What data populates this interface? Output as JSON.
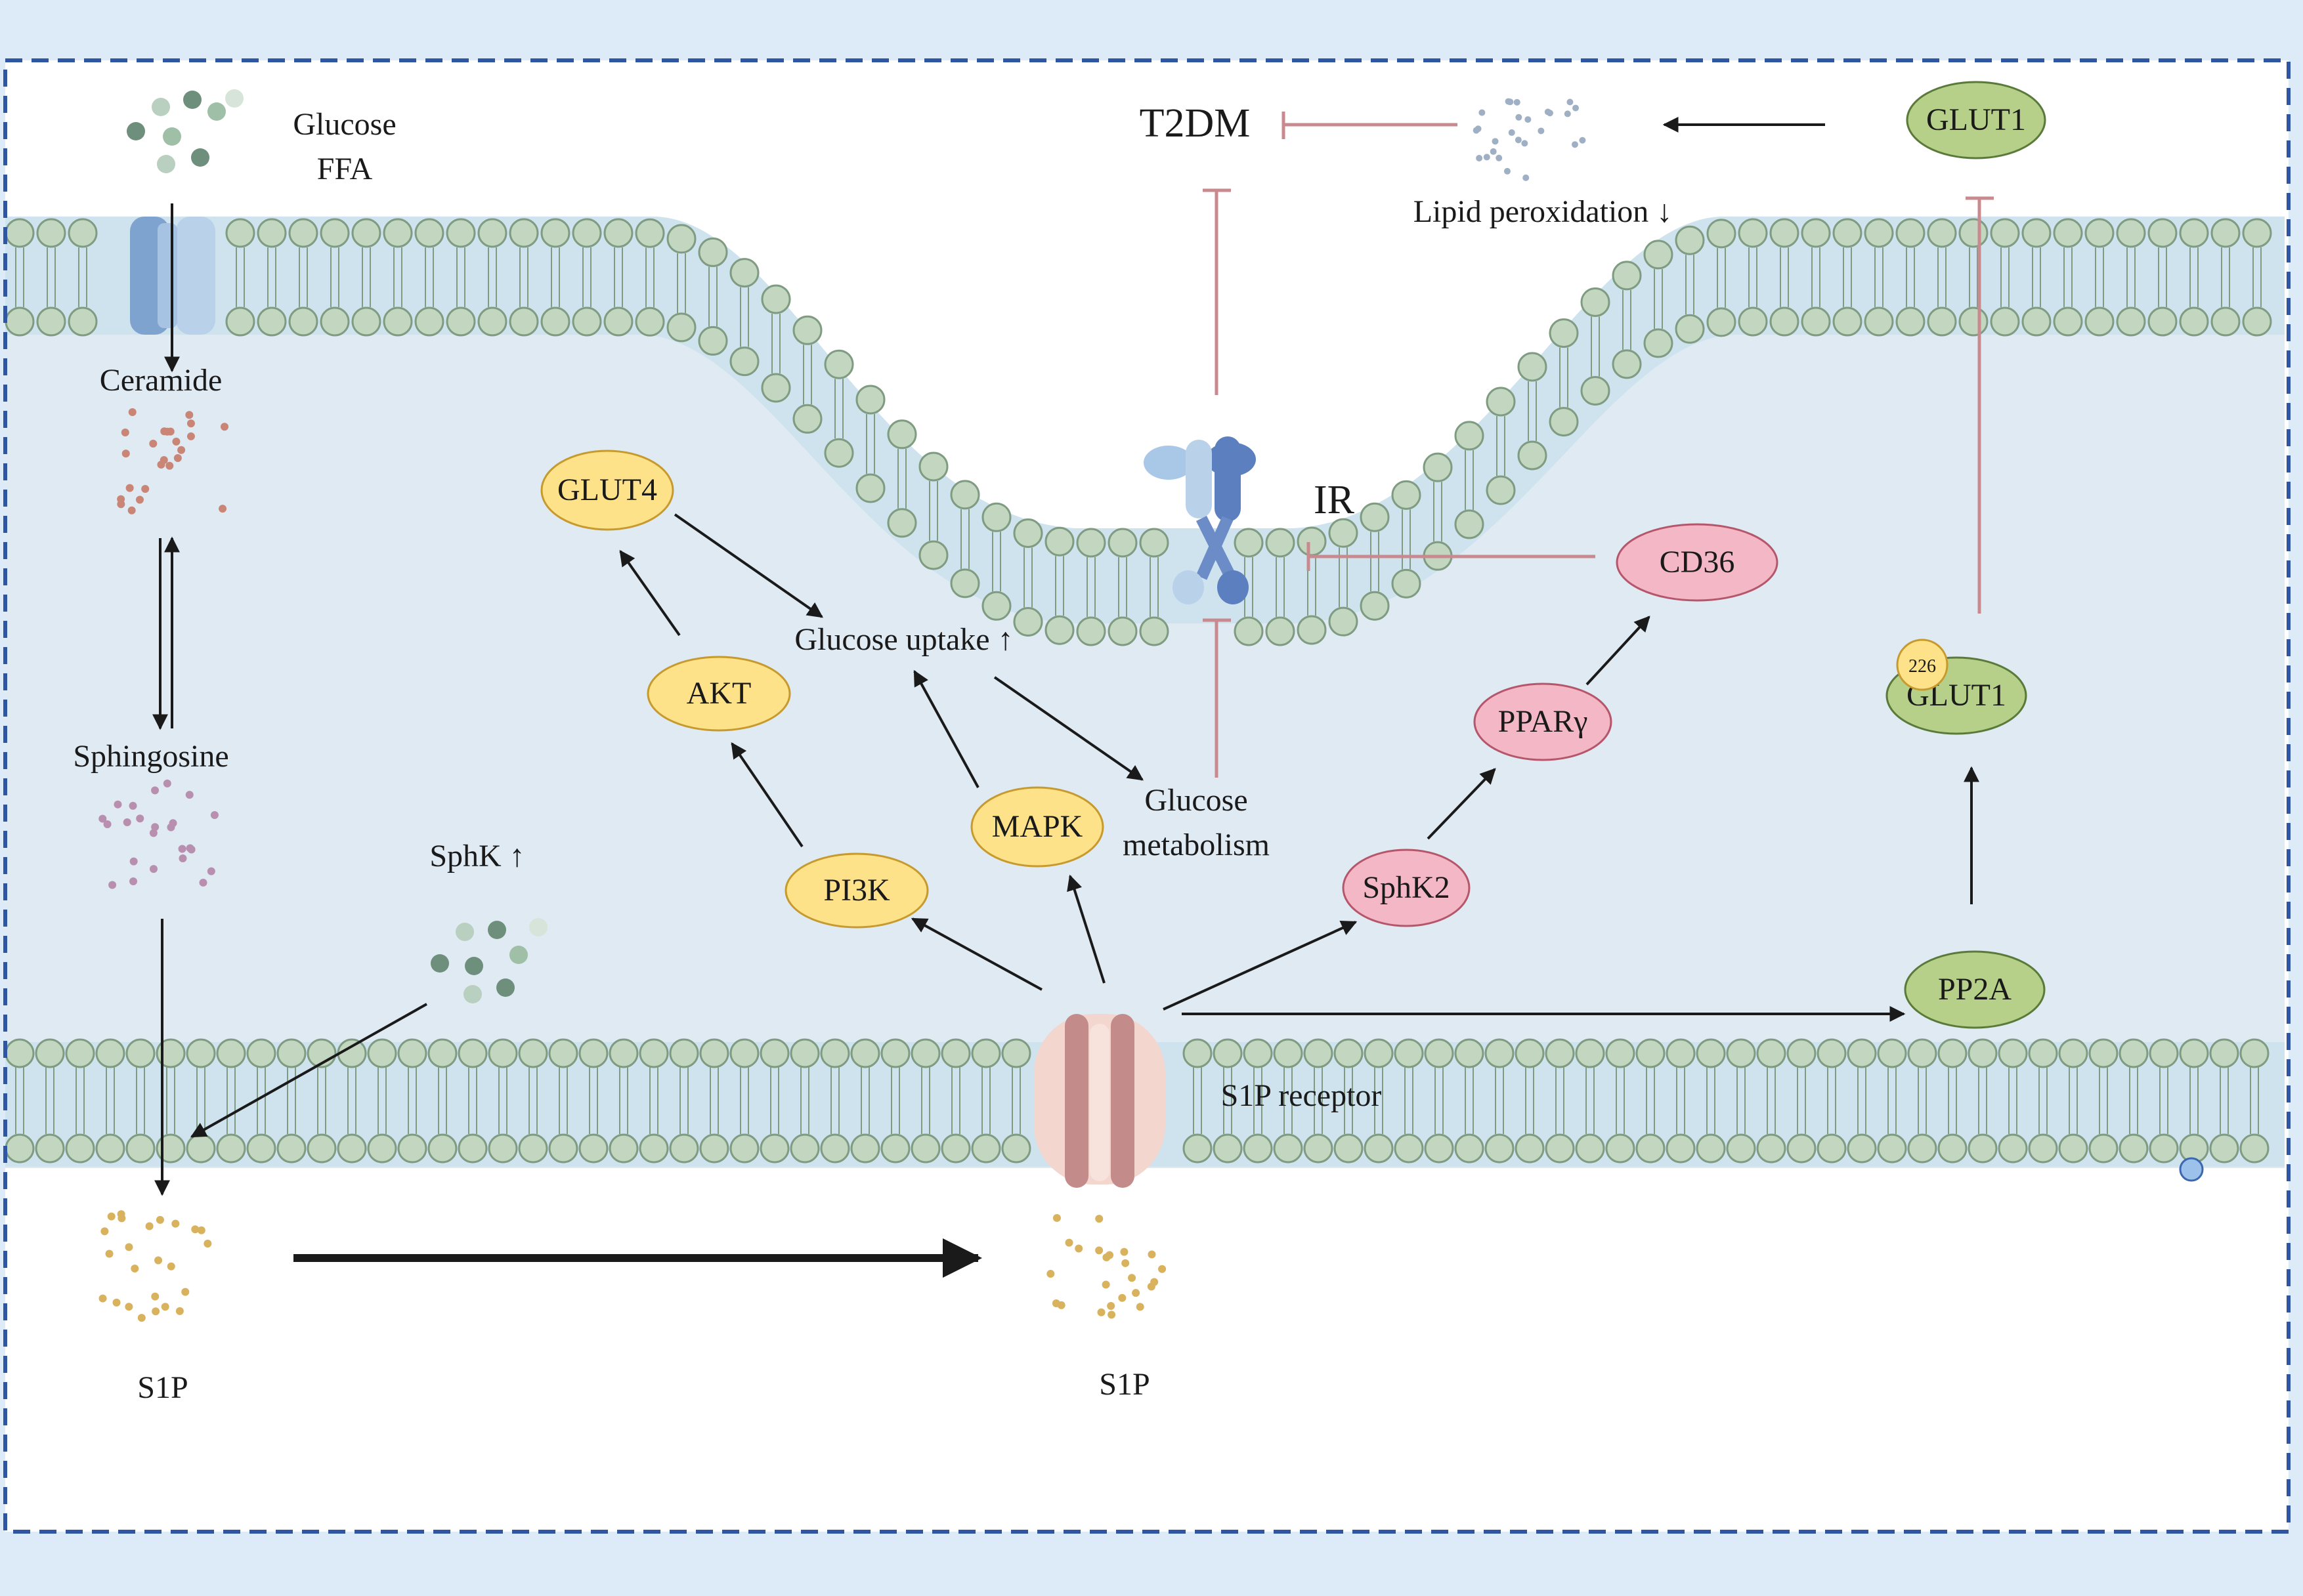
{
  "labels": {
    "glucose": "Glucose",
    "ffa": "FFA",
    "ceramide": "Ceramide",
    "sphingosine": "Sphingosine",
    "sphk_up": "SphK ↑",
    "s1p_left": "S1P",
    "s1p_right": "S1P",
    "t2dm": "T2DM",
    "lipid_peroxidation": "Lipid peroxidation ↓",
    "ir": "IR",
    "glucose_uptake": "Glucose uptake ↑",
    "glucose_metabolism_1": "Glucose",
    "glucose_metabolism_2": "metabolism",
    "s1p_receptor": "S1P receptor"
  },
  "nodes": {
    "glut4": "GLUT4",
    "akt": "AKT",
    "pi3k": "PI3K",
    "mapk": "MAPK",
    "sphk2": "SphK2",
    "ppar_gamma": "PPARγ",
    "cd36": "CD36",
    "glut1_top": "GLUT1",
    "glut1_mid": "GLUT1",
    "glut1_badge": "226",
    "pp2a": "PP2A"
  },
  "colors": {
    "background": "#dcebf7",
    "panel_border": "#2e56a3",
    "cytoplasm": "#dfeaf3",
    "membrane_band": "#cfe3ef",
    "lipid_head": "#c3d6c0",
    "lipid_head_stroke": "#7f9c82",
    "yellow_node": "#fde28a",
    "pink_node": "#f3b7c6",
    "green_node": "#b6d08a",
    "inhibit_line": "#c98a8f",
    "arrow": "#1a1a1a"
  }
}
